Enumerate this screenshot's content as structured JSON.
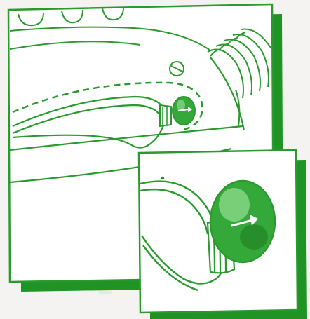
{
  "figure": {
    "kind": "instructional-line-illustration",
    "subject": "tube-connector-insertion",
    "panels": [
      {
        "name": "overview-panel",
        "content": "connector-inserted-into-socket"
      },
      {
        "name": "detail-inset-panel",
        "content": "connector-close-up-with-direction-arrow"
      }
    ]
  },
  "colors": {
    "background": "#f4f3f1",
    "frame_fill": "#ffffff",
    "line": "#2a9a2e",
    "shadow": "#1f9424",
    "connector_fill": "#35a83a",
    "connector_highlight": "#8fdc8c",
    "arrow": "#ffffff",
    "background_texture": "#e3e2df"
  },
  "icons": {
    "direction_arrow": "arrow-right-icon",
    "connector": "green-plug-icon",
    "screw": "screw-icon"
  }
}
